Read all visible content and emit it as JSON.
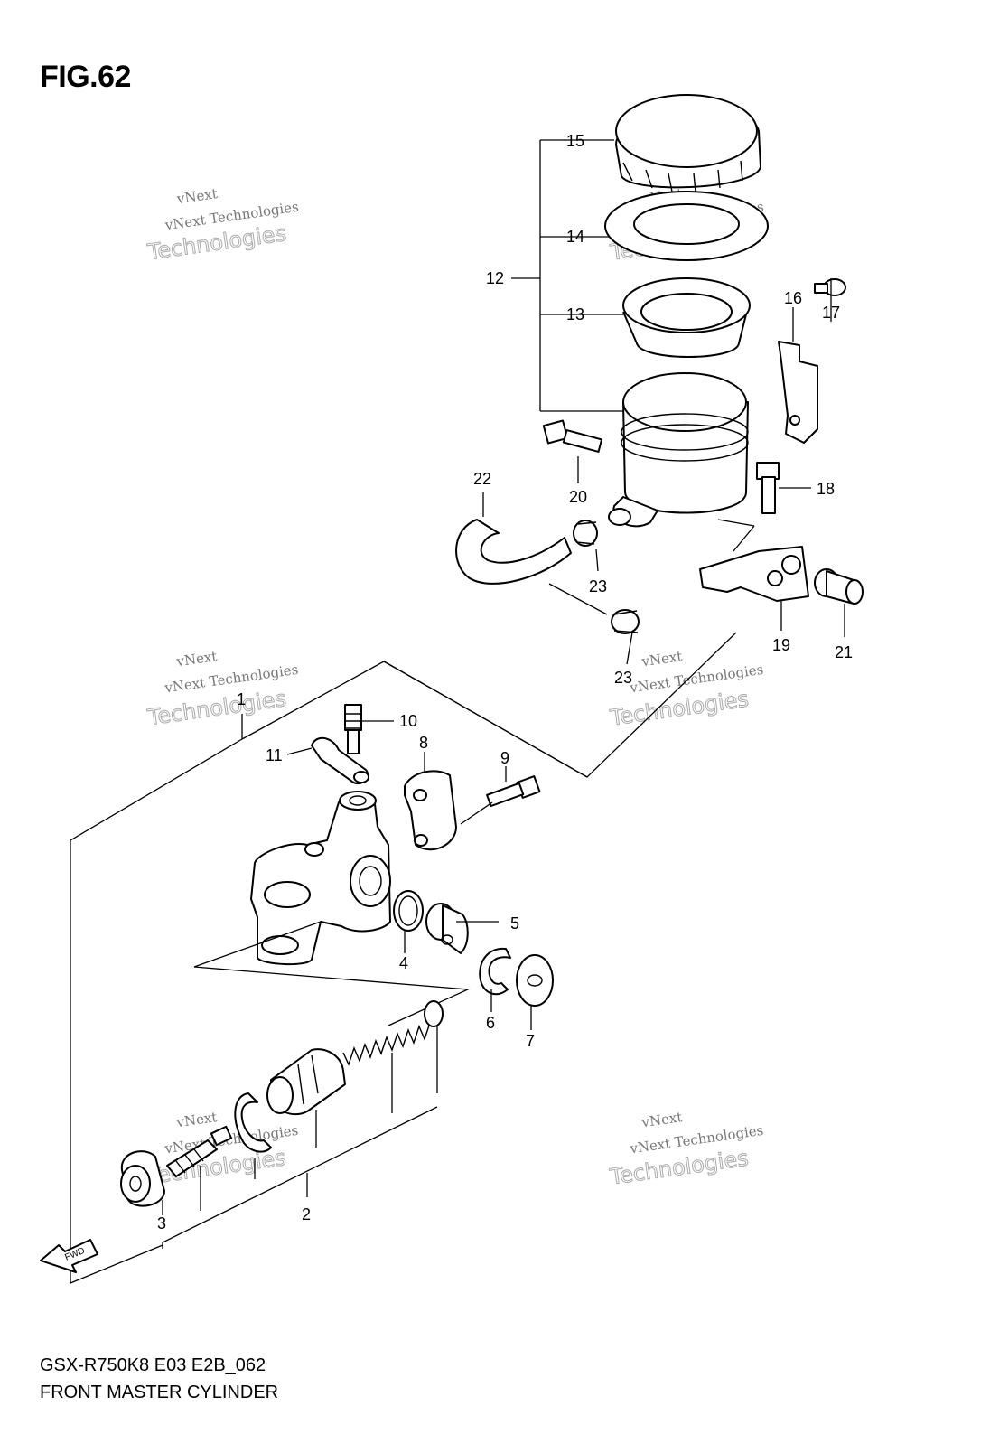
{
  "figure": {
    "title": "FIG.62",
    "model_code": "GSX-R750K8 E03 E2B_062",
    "name": "FRONT MASTER CYLINDER"
  },
  "callouts": [
    "1",
    "2",
    "3",
    "4",
    "5",
    "6",
    "7",
    "8",
    "9",
    "10",
    "11",
    "12",
    "13",
    "14",
    "15",
    "16",
    "17",
    "18",
    "19",
    "20",
    "21",
    "22",
    "23",
    "23"
  ],
  "watermark": {
    "brand": "vNext",
    "line1": "vNext Technologies",
    "line2": "Technologies"
  },
  "fwd_label": "FWD"
}
